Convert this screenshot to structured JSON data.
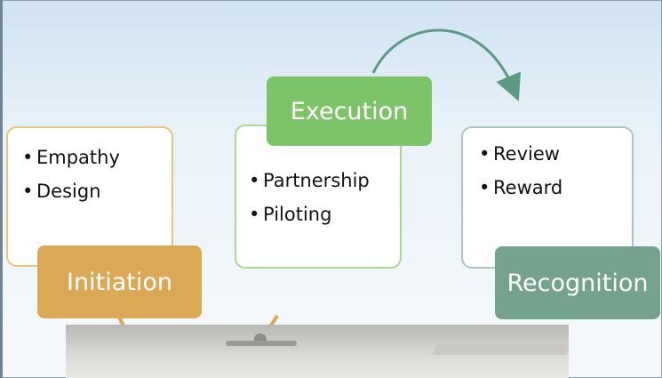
{
  "stages": [
    {
      "title": "Initiation",
      "items": [
        "Empathy",
        "Design"
      ],
      "color": "#d9a956",
      "border": "#e7c57e"
    },
    {
      "title": "Execution",
      "items": [
        "Partnership",
        "Piloting"
      ],
      "color": "#7cc36a",
      "border": "#a8d894"
    },
    {
      "title": "Recognition",
      "items": [
        "Review",
        "Reward"
      ],
      "color": "#73a28e",
      "border": "#a9c9bf"
    }
  ],
  "bullet": "•",
  "arrow_color": "#5d9a84"
}
